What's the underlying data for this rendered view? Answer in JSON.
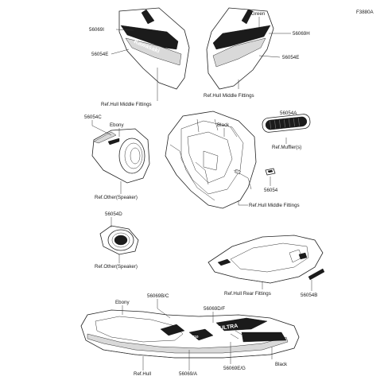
{
  "diagram_code": "F3880A",
  "labels": {
    "p56069i": "56069I",
    "p56054e_left": "56054E",
    "ref_hull_middle_left": "Ref.Hull Middle Fittings",
    "green": "Green",
    "p56069h": "56069H",
    "p56054e_right": "56054E",
    "ref_hull_middle_right": "Ref.Hull Middle Fittings",
    "p56054c": "56054C",
    "ebony_speaker": "Ebony",
    "ref_other_speaker_1": "Ref.Other(Speaker)",
    "black_hull": "Black",
    "p56054a": "56054A",
    "ref_muffler": "Ref.Muffler(s)",
    "p56054": "56054",
    "ref_hull_middle_center": "Ref.Hull Middle Fittings",
    "p56054d": "56054D",
    "ref_other_speaker_2": "Ref.Other(Speaker)",
    "ref_hull_rear": "Ref.Hull Rear Fittings",
    "p56054b": "56054B",
    "ebony_body": "Ebony",
    "p56069b_c": "56069B/C",
    "p56069d_f": "56069D/F",
    "ref_hull": "Ref.Hull",
    "p56069_a": "56069/A",
    "p56069e_g": "56069E/G",
    "black_body": "Black"
  },
  "decal_text": {
    "brand": "Kawasaki",
    "model": "ULTRA",
    "sub": "310"
  }
}
